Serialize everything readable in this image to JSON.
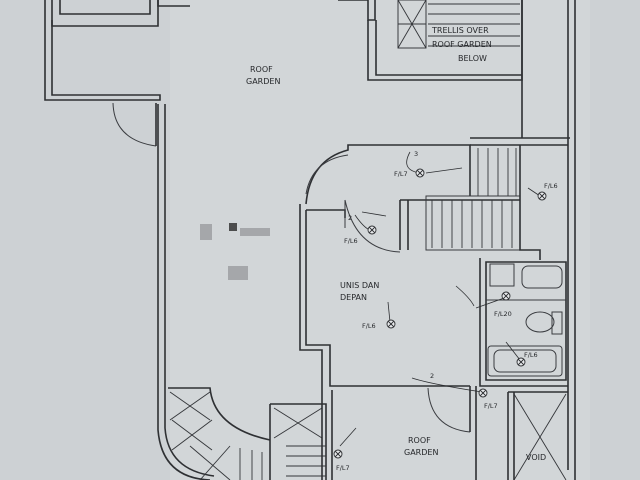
{
  "labels": {
    "roof_garden_top_line1": "ROOF",
    "roof_garden_top_line2": "GARDEN",
    "trellis_line1": "TRELLIS OVER",
    "trellis_line2": "ROOF GARDEN",
    "trellis_line3": "BELOW",
    "roof_garden_bottom_line1": "ROOF",
    "roof_garden_bottom_line2": "GARDEN",
    "void": "VOID",
    "room_name_line1": "UNIS DAN",
    "room_name_line2": "DEPAN",
    "switch_3": "3",
    "switch_2a": "2",
    "switch_2b": "2",
    "fixture_f17_top": "F/L7",
    "fixture_f16_stair": "F/L6",
    "fixture_f16_left": "F/L6",
    "fixture_f16_room": "F/L6",
    "fixture_f17_mid": "F/L7",
    "fixture_f17_bottom": "F/L7",
    "fixture_f16_bath": "F/L6",
    "fixture_f20": "F/L20"
  }
}
